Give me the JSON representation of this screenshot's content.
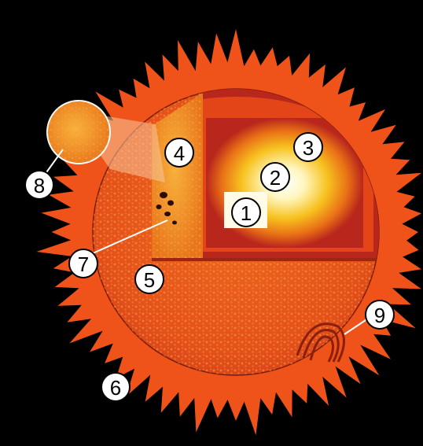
{
  "diagram": {
    "labels": [
      {
        "id": "1",
        "text": "1"
      },
      {
        "id": "2",
        "text": "2"
      },
      {
        "id": "3",
        "text": "3"
      },
      {
        "id": "4",
        "text": "4"
      },
      {
        "id": "5",
        "text": "5"
      },
      {
        "id": "6",
        "text": "6"
      },
      {
        "id": "7",
        "text": "7"
      },
      {
        "id": "8",
        "text": "8"
      },
      {
        "id": "9",
        "text": "9"
      }
    ]
  },
  "colors": {
    "background": "#000000",
    "corona": "#f0531a",
    "surface": "#e8541a",
    "core": "#fff6c0",
    "radiative_zone": "#f3a21a",
    "convective_zone": "#b9261c",
    "label_fill": "#ffffff"
  }
}
